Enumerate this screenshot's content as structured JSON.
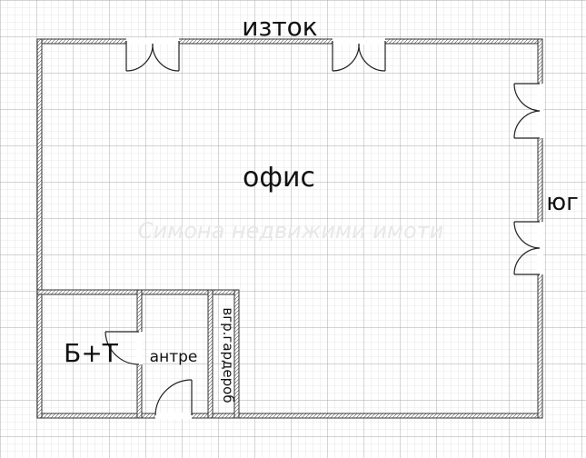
{
  "plan": {
    "north_label": "изток",
    "east_label": "юг",
    "office_label": "офис",
    "bath_label": "Б+Т",
    "hall_label": "антре",
    "wardrobe_label": "вгр.гардероб",
    "watermark": "Симона недвижими имоти"
  },
  "colors": {
    "grid_minor": "#d4d4d4",
    "grid_major": "#a8a8a8",
    "wall": "#333333"
  }
}
